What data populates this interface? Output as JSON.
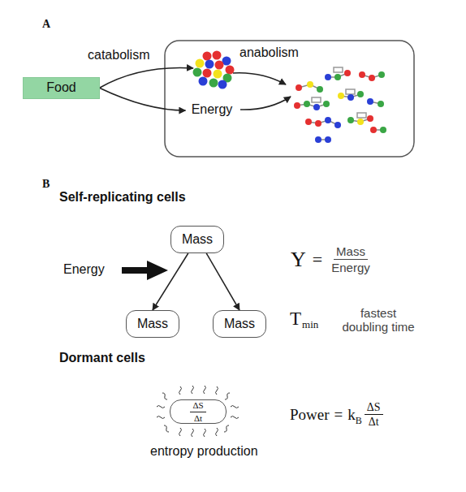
{
  "diagram": {
    "nodes": [
      {
        "text": [
          "Food"
        ]
      },
      {
        "text": [
          "Energy"
        ]
      },
      {
        "text": [
          "Mass"
        ]
      },
      {
        "text": [
          "Mass"
        ]
      },
      {
        "text": [
          "Mass"
        ]
      },
      {
        "text": [
          "ΔS",
          "Δt"
        ]
      }
    ],
    "edges": [
      {
        "from": 0,
        "to": 1,
        "arrow": "to"
      },
      {
        "from": 2,
        "to": 3,
        "arrow": "to"
      },
      {
        "from": 2,
        "to": 4,
        "arrow": "to"
      }
    ],
    "labels": [
      "A",
      "catabolism",
      "anabolism",
      "B",
      "Self-replicating cells",
      "Energy",
      "Y",
      "=",
      "Mass",
      "Energy",
      "T",
      "min",
      "fastest doubling time",
      "Dormant cells",
      "entropy production",
      "Power",
      "=",
      "k",
      "B",
      "ΔS",
      "Δt"
    ]
  }
}
